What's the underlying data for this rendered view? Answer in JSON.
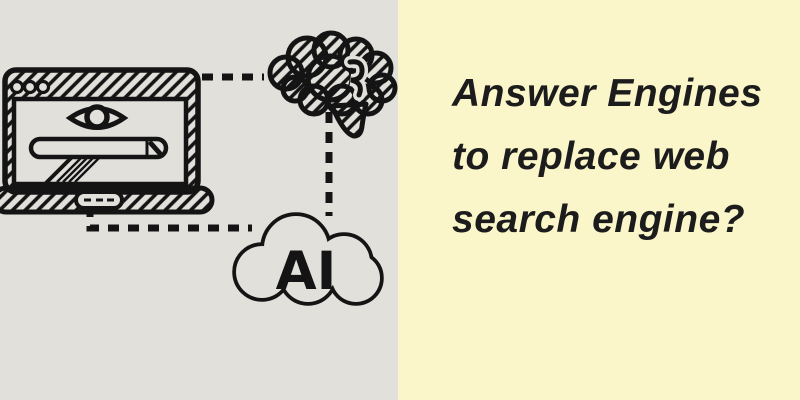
{
  "colors": {
    "left_bg": "#e2e0db",
    "right_bg": "#fbf6ca",
    "ink": "#141414"
  },
  "diagram": {
    "ai_cloud_label": "AI",
    "icons": [
      "laptop-browser-search-icon",
      "eye-icon",
      "brain-icon",
      "ai-cloud-icon"
    ],
    "connectors": [
      "laptop-to-brain-dashed",
      "brain-to-cloud-dashed",
      "laptop-to-cloud-dashed"
    ]
  },
  "headline": {
    "line1": "Answer Engines",
    "line2": "to replace web",
    "line3": "search engine?"
  }
}
